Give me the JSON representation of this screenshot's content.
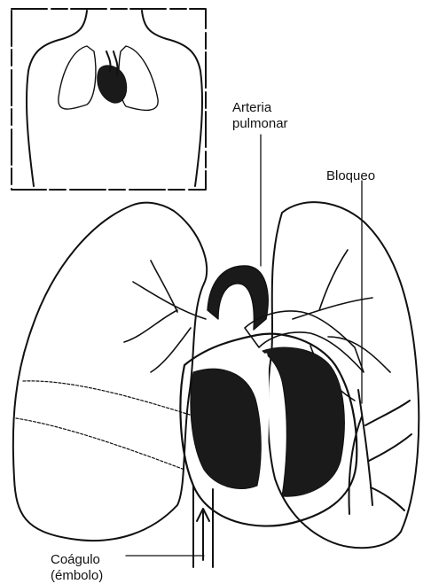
{
  "labels": {
    "arteria_line1": "Arteria",
    "arteria_line2": "pulmonar",
    "bloqueo": "Bloqueo",
    "coagulo_line1": "Coágulo",
    "coagulo_line2": "(émbolo)"
  },
  "colors": {
    "ink": "#111111",
    "heart_dark": "#1a1a1a",
    "background": "#ffffff"
  }
}
